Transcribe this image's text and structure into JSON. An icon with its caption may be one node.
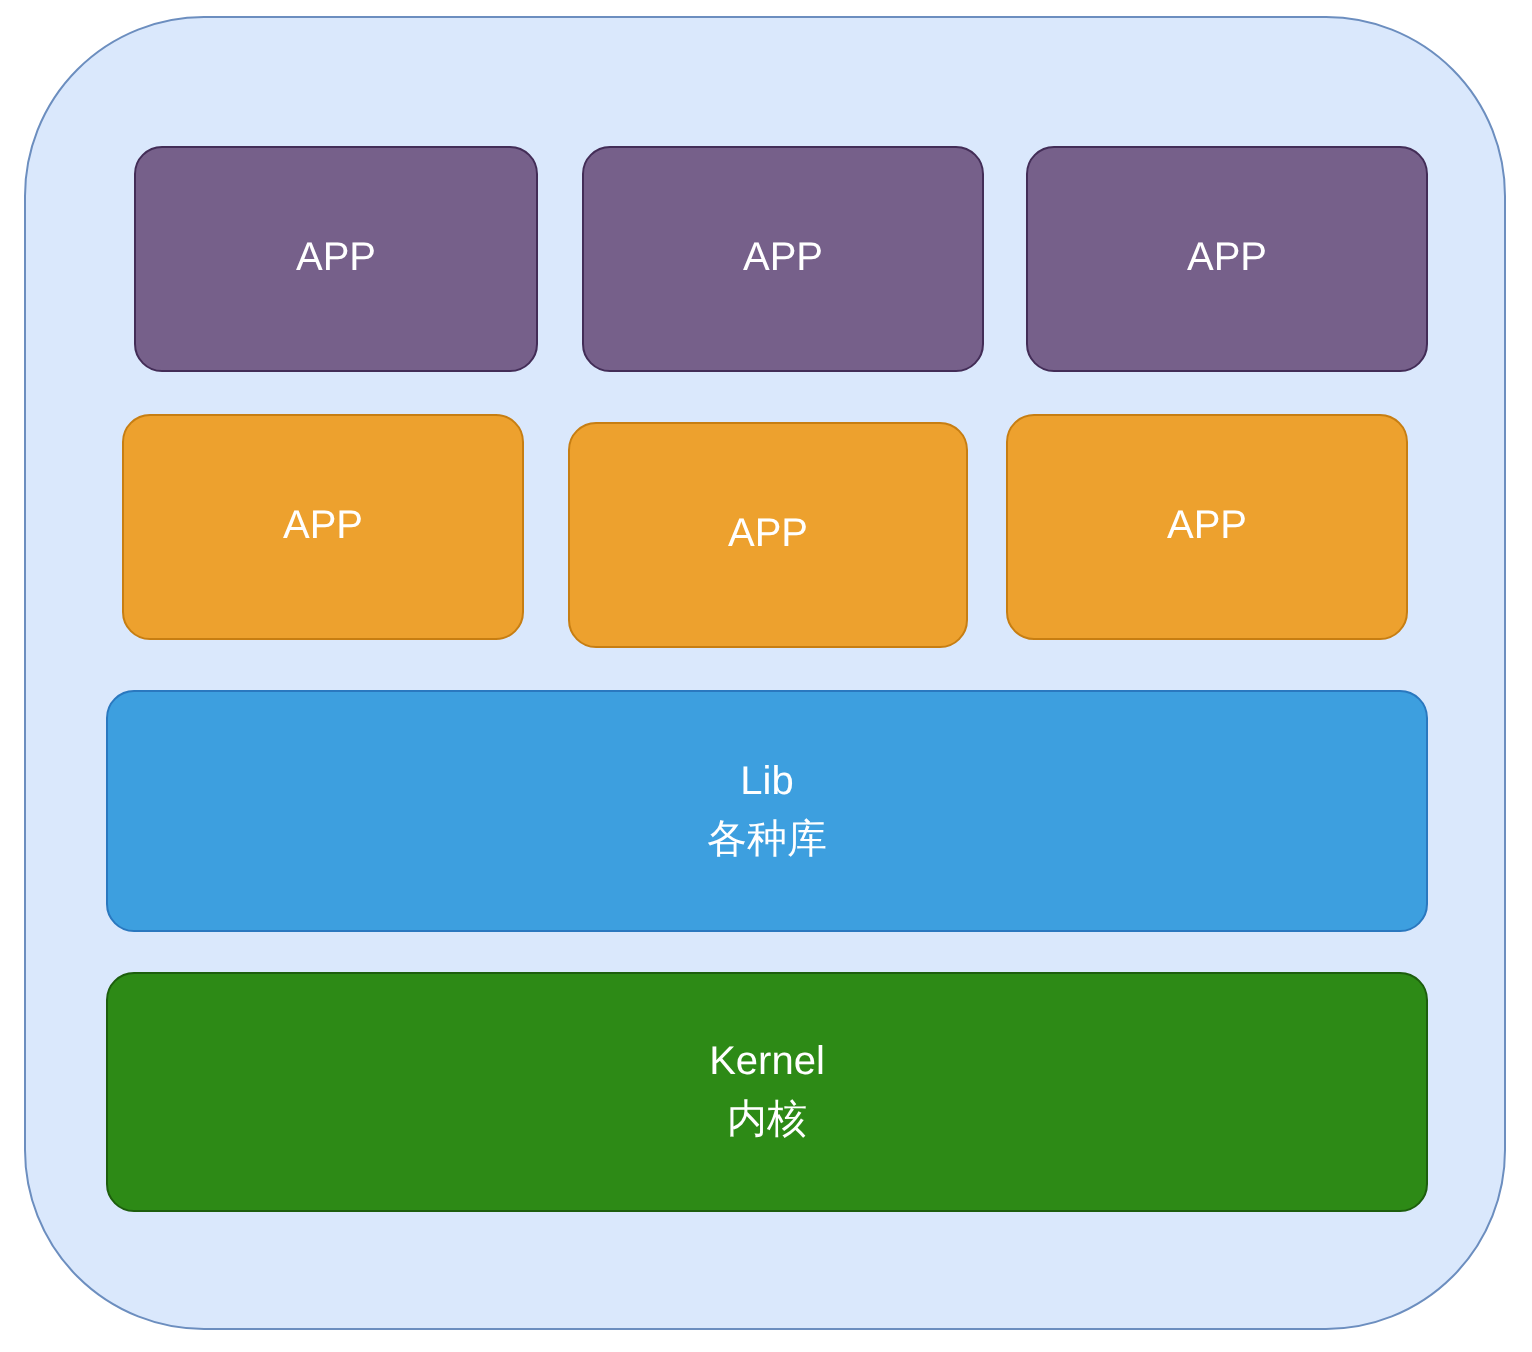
{
  "diagram": {
    "nodes": [
      {
        "text": [],
        "shape": "box"
      },
      {
        "text": [
          "APP"
        ],
        "in": 0
      },
      {
        "text": [
          "APP"
        ],
        "in": 0
      },
      {
        "text": [
          "APP"
        ],
        "in": 0
      },
      {
        "text": [
          "APP"
        ],
        "in": 0
      },
      {
        "text": [
          "APP"
        ],
        "in": 0
      },
      {
        "text": [
          "APP"
        ],
        "in": 0
      },
      {
        "text": [
          "Lib 各种库"
        ],
        "in": 0
      },
      {
        "text": [
          "Kernel 内核"
        ],
        "in": 0
      }
    ]
  }
}
